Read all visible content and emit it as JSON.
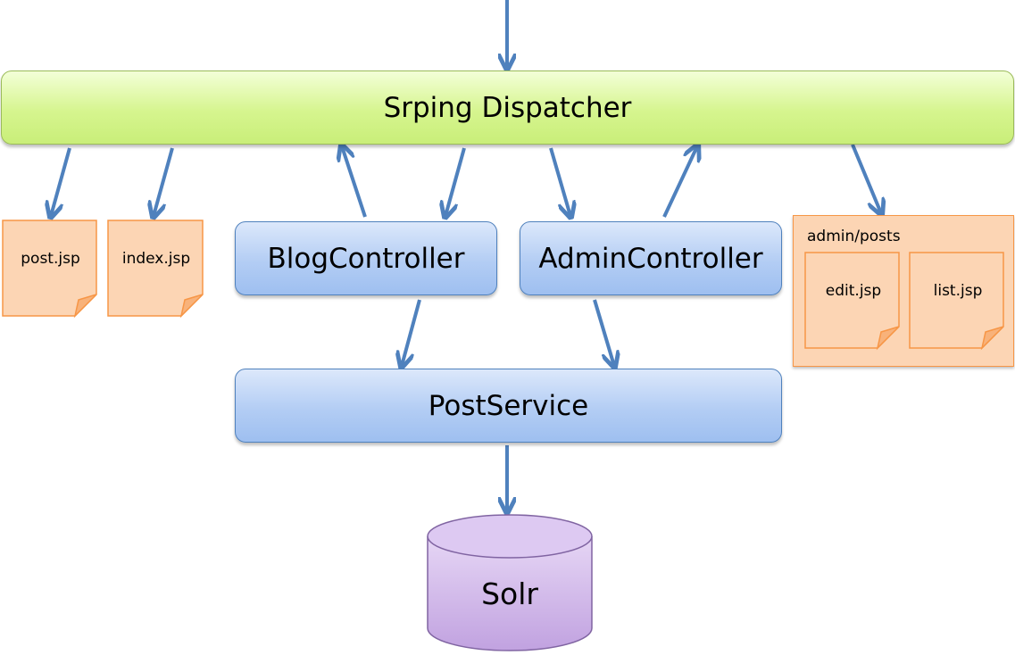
{
  "diagram": {
    "dispatcher": "Srping Dispatcher",
    "blog_controller": "BlogController",
    "admin_controller": "AdminController",
    "post_service": "PostService",
    "solr": "Solr",
    "views": {
      "post": "post.jsp",
      "index": "index.jsp",
      "admin_folder": "admin/posts",
      "edit": "edit.jsp",
      "list": "list.jsp"
    }
  },
  "colors": {
    "arrow": "#4f81bd",
    "dispatcher_fill": "#d6f58f",
    "controller_fill": "#b3cdf4",
    "view_fill": "#fcd5b4",
    "view_border": "#f79646",
    "db_fill": "#ccb0e6",
    "db_border": "#8064a2"
  }
}
